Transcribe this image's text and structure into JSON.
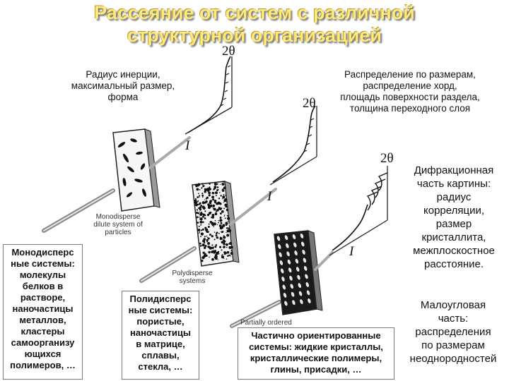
{
  "title": "Рассеяние от систем с различной\nструктурной организацией",
  "annotations": {
    "top_left": "Радиус инерции,\nмаксимальный размер,\nформа",
    "top_right": "Распределение по размерам,\nраспределение хорд,\nплощадь поверхности раздела,\nтолщина переходного слоя",
    "right_upper": "Дифракционная\nчасть картины:\nрадиус\nкорреляции,\nразмер\nкристаллита,\nмежплоскостное\nрасстояние.",
    "right_lower": "Малоугловая\nчасть:\nраспределения\nпо размерам\nнеоднородностей"
  },
  "symbols": {
    "two_theta": "2θ",
    "intensity": "I"
  },
  "sample_labels": {
    "monodisperse": "Monodisperse\ndilute system of\nparticles",
    "polydisperse": "Polydisperse\nsystems",
    "partially_ordered": "Partially ordered"
  },
  "boxes": {
    "mono": "Монодисперс\nные системы:\nмолекулы\nбелков в\nрастворе,\nнаночастицы\nметаллов,\nкластеры\nсамоорганизу\nющихся\nполимеров, …",
    "poly": "Полидисперс\nные системы:\nпористые,\nнаночастицы\nв матрице,\nсплавы,\nстекла, …",
    "ordered": "Частично ориентированные\nсистемы: жидкие кристаллы,\nкристаллические полимеры,\nглины, присадки, …"
  }
}
